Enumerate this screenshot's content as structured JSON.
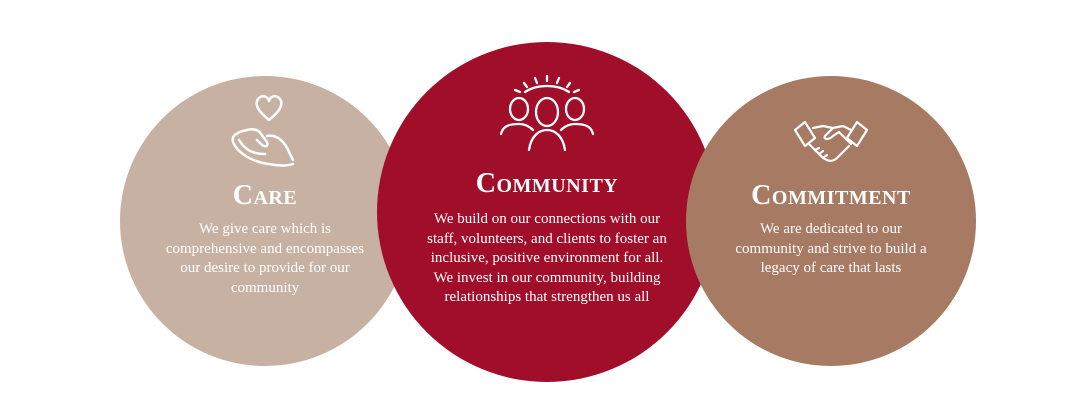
{
  "colors": {
    "care": "#c7b1a2",
    "community": "#a10e2a",
    "commitment": "#a67a63"
  },
  "values": [
    {
      "title": "Care",
      "icon": "hand-holding-heart-icon",
      "text": "We give care which is comprehensive and encompasses our desire to provide for our community"
    },
    {
      "title": "Community",
      "icon": "people-group-icon",
      "text": "We build on our connections with our staff, volunteers, and clients to foster an inclusive, positive environment for all. We invest in our community, building relationships that strengthen us all"
    },
    {
      "title": "Commitment",
      "icon": "handshake-icon",
      "text": "We are dedicated to our community and strive to build a legacy of care that lasts"
    }
  ]
}
